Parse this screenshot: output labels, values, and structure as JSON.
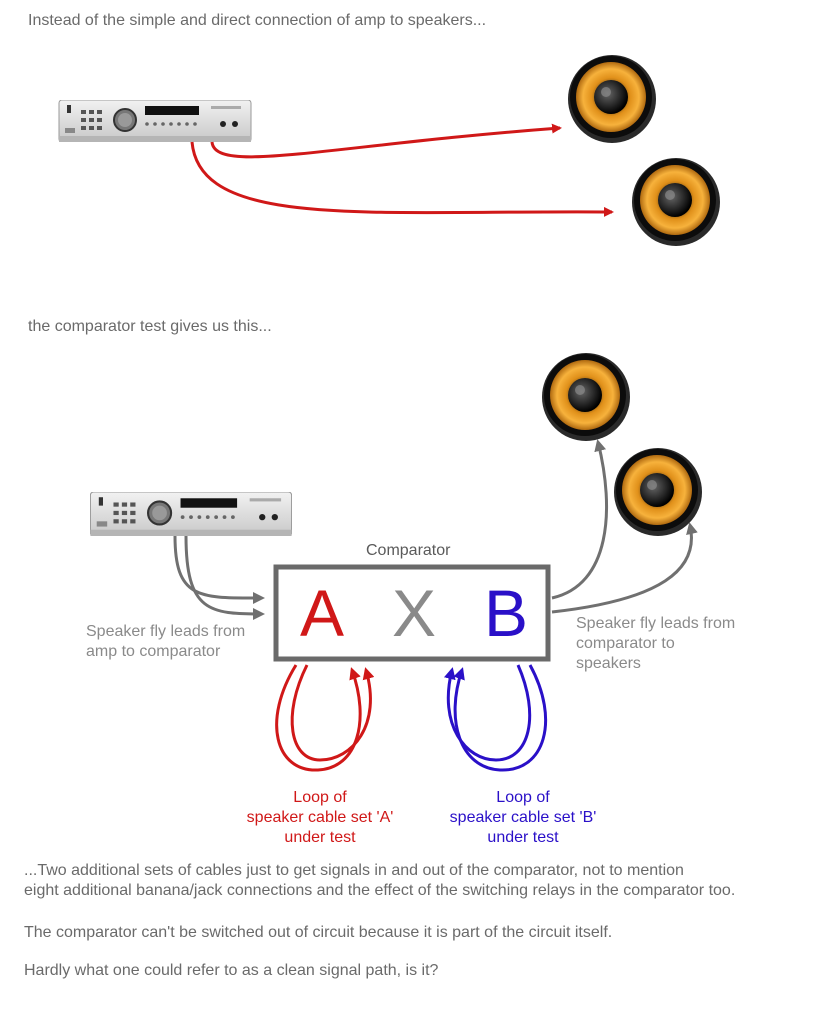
{
  "intro_text": "Instead of the simple and direct connection of amp to speakers...",
  "middle_text": "the comparator test gives us this...",
  "comparator": {
    "title": "Comparator",
    "letters": [
      "A",
      "X",
      "B"
    ]
  },
  "labels": {
    "amp_leads": [
      "Speaker fly leads from",
      "amp to comparator"
    ],
    "speaker_leads": [
      "Speaker fly leads from",
      "comparator to",
      "speakers"
    ],
    "loop_a": [
      "Loop of",
      "speaker cable set 'A'",
      "under test"
    ],
    "loop_b": [
      "Loop of",
      "speaker cable set 'B'",
      "under test"
    ]
  },
  "footer": {
    "line1": "...Two additional sets of cables just to get signals in and out of the comparator, not to mention",
    "line2": "eight additional banana/jack connections and the effect of the switching relays in the comparator too.",
    "line3": "The comparator can't be switched out of circuit because it is part of the circuit itself.",
    "line4": "Hardly what one could refer to as a clean signal path, is it?"
  },
  "colors": {
    "red": "#d01818",
    "blue": "#2a10c8",
    "gray": "#707070",
    "box": "#6a6a6a"
  }
}
